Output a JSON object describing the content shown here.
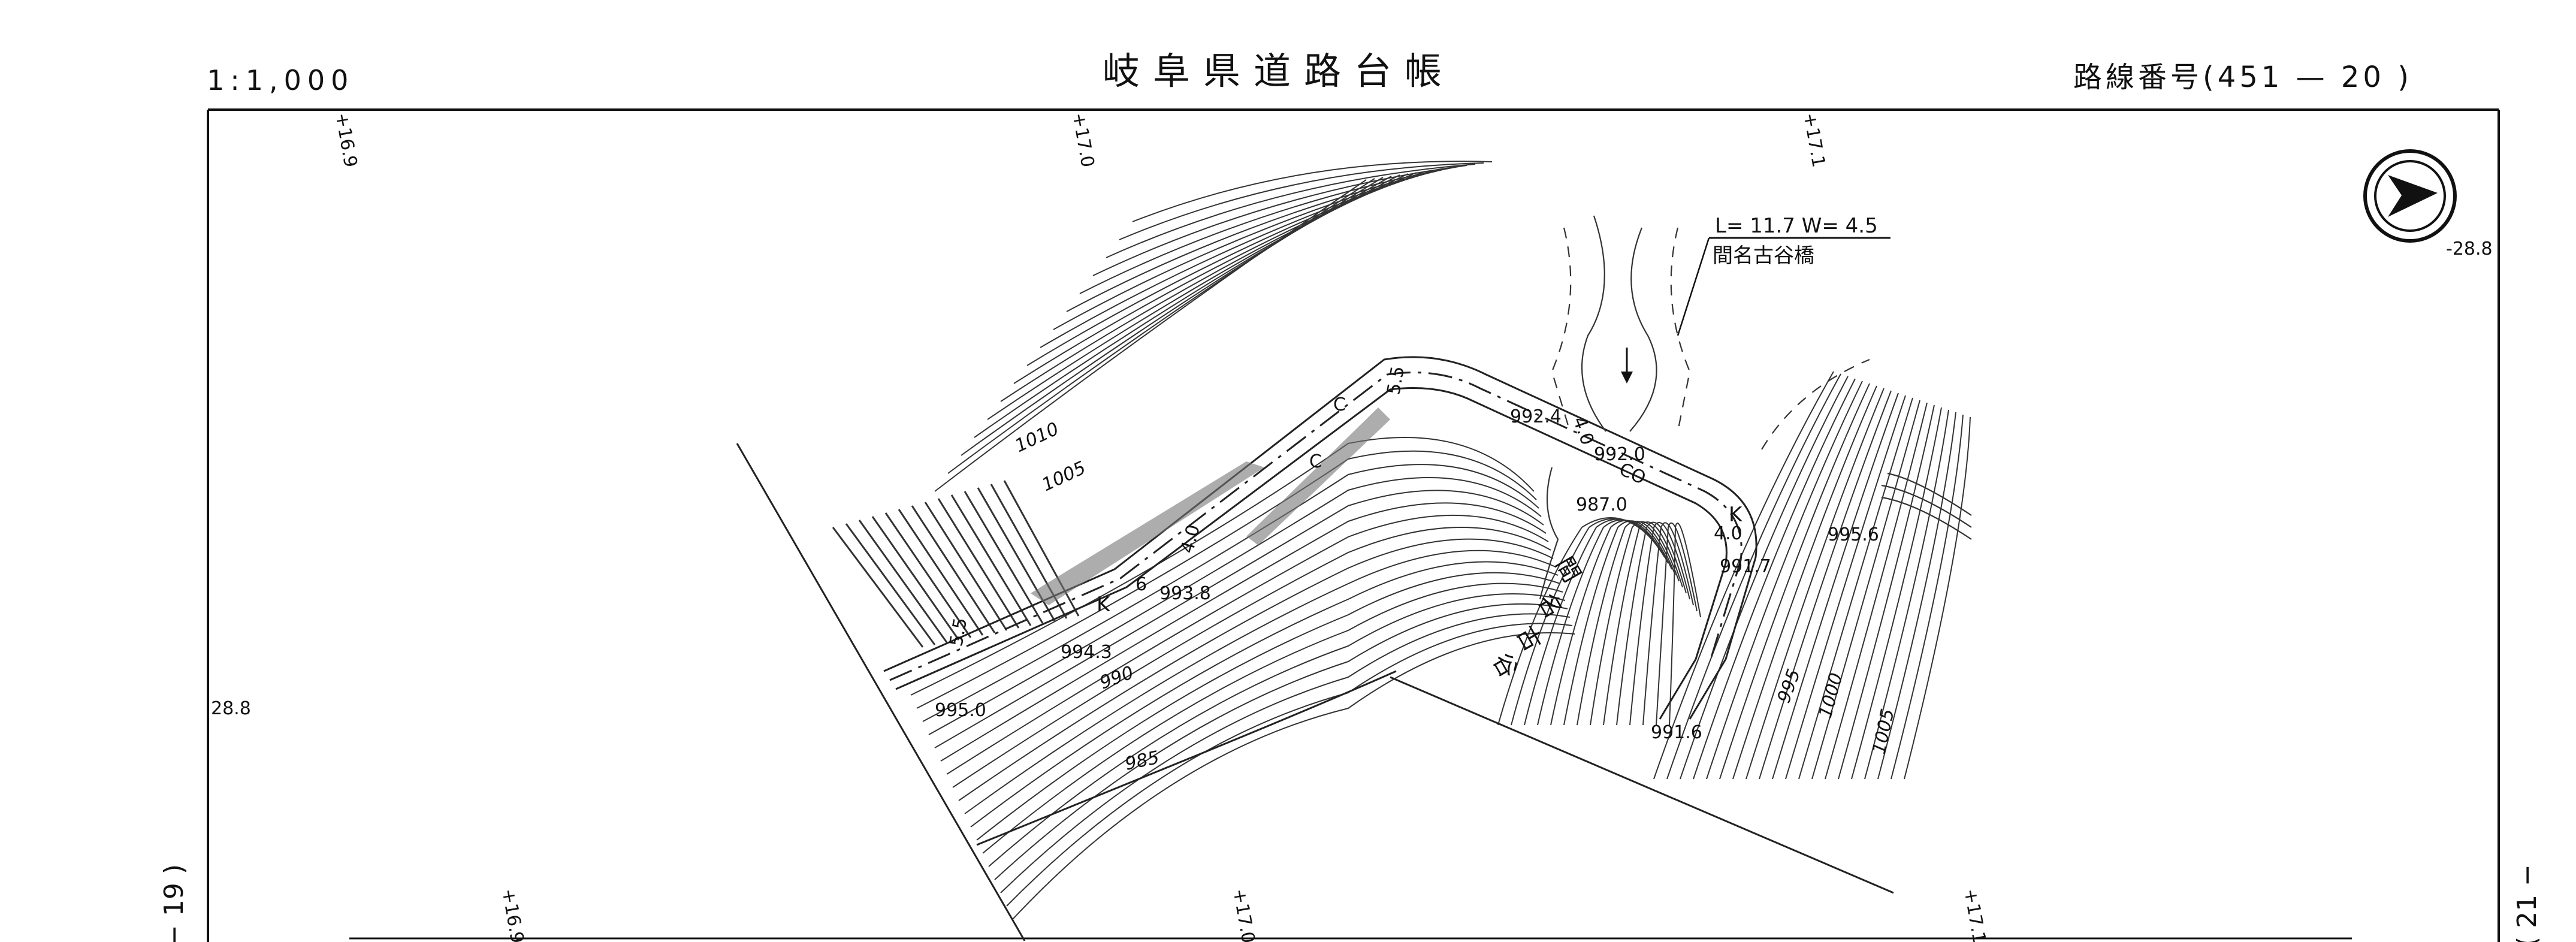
{
  "header": {
    "scale": "1:1,000",
    "title": "岐阜県道路台帳",
    "route_number": "路線番号(451 — 20 )"
  },
  "sheet_links": {
    "left": "− 19 )",
    "right": "( 21 −"
  },
  "grid_labels": {
    "top": [
      "+16.9",
      "+17.0",
      "+17.1"
    ],
    "bottom": [
      "+16.9",
      "+17.0",
      "+17.1"
    ],
    "left": "28.8",
    "right": "-28.8"
  },
  "bridge": {
    "dimensions": "L= 11.7   W= 4.5",
    "name": "間名古谷橋"
  },
  "valley_name": [
    "間",
    "名",
    "古",
    "谷"
  ],
  "spot_elevations": [
    "992.4",
    "992.0",
    "987.0",
    "995.6",
    "991.7",
    "993.8",
    "994.3",
    "995.0",
    "991.6"
  ],
  "contour_labels": [
    "1010",
    "1005",
    "990",
    "985",
    "995",
    "1000",
    "1005"
  ],
  "road_marks": [
    "K",
    "K",
    "CO",
    "4.0",
    "4.0",
    "4.0",
    "5.5",
    "5.5",
    "6",
    "C",
    "C"
  ],
  "north_arrow": "north-arrow"
}
